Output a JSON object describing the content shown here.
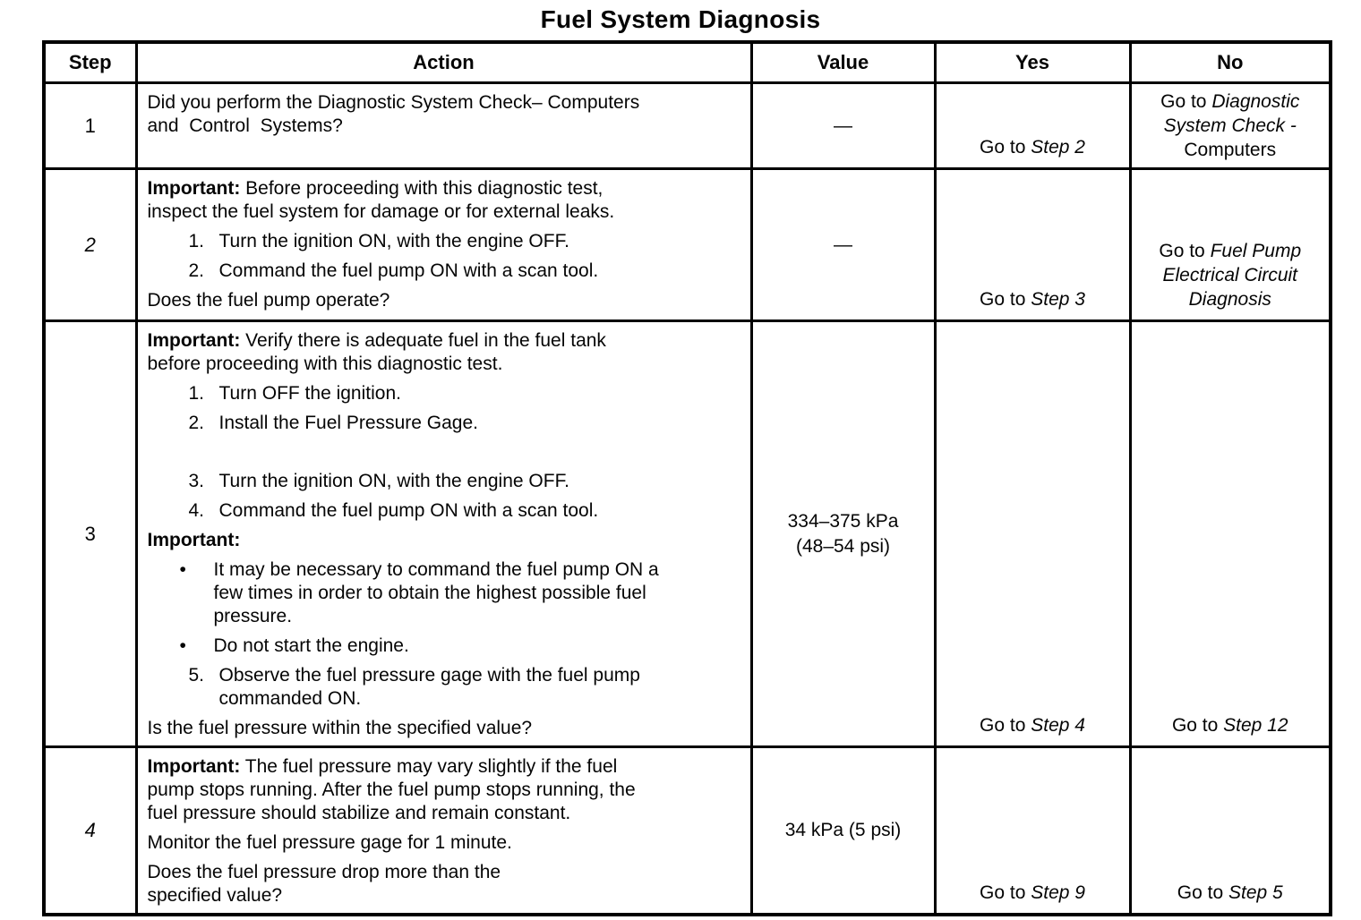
{
  "title": "Fuel System Diagnosis",
  "table": {
    "headers": [
      "Step",
      "Action",
      "Value",
      "Yes",
      "No"
    ],
    "rows": [
      {
        "step": "1",
        "step_italic": false,
        "action": [
          {
            "type": "para",
            "text": "Did you perform the Diagnostic System Check– Computers\nand  Control  Systems?"
          }
        ],
        "value": "—",
        "yes": [
          {
            "text": "Go to ",
            "italic": false
          },
          {
            "text": "Step 2",
            "italic": true
          }
        ],
        "no": [
          {
            "text": "Go to ",
            "italic": false
          },
          {
            "text": "Diagnostic System Check -",
            "italic": true
          },
          {
            "text": " Computers",
            "italic": false
          }
        ]
      },
      {
        "step": "2",
        "step_italic": true,
        "action": [
          {
            "type": "para",
            "bold": "Important:",
            "text": " Before proceeding with this diagnostic test,\ninspect the fuel system for damage or for external leaks."
          },
          {
            "type": "item",
            "marker": "1.",
            "text": "Turn the ignition ON, with the engine OFF."
          },
          {
            "type": "item",
            "marker": "2.",
            "text": "Command the fuel pump ON with a scan tool."
          },
          {
            "type": "para",
            "text": "Does the fuel pump operate?"
          }
        ],
        "value": "—",
        "yes": [
          {
            "text": "Go to ",
            "italic": false
          },
          {
            "text": "Step 3",
            "italic": true
          }
        ],
        "no": [
          {
            "text": "Go to ",
            "italic": false
          },
          {
            "text": "Fuel Pump Electrical Circuit Diagnosis",
            "italic": true
          }
        ]
      },
      {
        "step": "3",
        "step_italic": false,
        "action": [
          {
            "type": "para",
            "bold": "Important:",
            "text": " Verify there is adequate fuel in the fuel tank\nbefore proceeding with this diagnostic test."
          },
          {
            "type": "item",
            "marker": "1.",
            "text": "Turn OFF the ignition."
          },
          {
            "type": "item",
            "marker": "2.",
            "text": "Install the Fuel Pressure Gage."
          },
          {
            "type": "spacer"
          },
          {
            "type": "item",
            "marker": "3.",
            "text": "Turn the ignition ON, with the engine OFF."
          },
          {
            "type": "item",
            "marker": "4.",
            "text": "Command the fuel pump ON with a scan tool."
          },
          {
            "type": "para",
            "bold": "Important:",
            "text": ""
          },
          {
            "type": "bullet",
            "text": "It may be necessary to command the fuel pump ON a\nfew times in order to obtain the highest possible fuel\npressure."
          },
          {
            "type": "bullet",
            "text": "Do not start the engine."
          },
          {
            "type": "item",
            "marker": "5.",
            "text": "Observe the fuel pressure gage with the fuel pump\ncommanded ON."
          },
          {
            "type": "para",
            "text": "Is the fuel pressure within the specified value?"
          }
        ],
        "value": "334–375 kPa\n(48–54 psi)",
        "yes": [
          {
            "text": "Go to ",
            "italic": false
          },
          {
            "text": "Step 4",
            "italic": true
          }
        ],
        "no": [
          {
            "text": "Go to ",
            "italic": false
          },
          {
            "text": "Step 12",
            "italic": true
          }
        ]
      },
      {
        "step": "4",
        "step_italic": true,
        "action": [
          {
            "type": "para",
            "bold": "Important:",
            "text": " The fuel pressure may vary slightly if the fuel\npump stops running. After the fuel pump stops running, the\nfuel pressure should stabilize and remain constant."
          },
          {
            "type": "para",
            "text": "Monitor the fuel pressure gage for 1 minute."
          },
          {
            "type": "para",
            "text": "Does the fuel pressure drop more than the\nspecified value?"
          }
        ],
        "value": "34 kPa (5 psi)",
        "yes": [
          {
            "text": "Go to ",
            "italic": false
          },
          {
            "text": "Step 9",
            "italic": true
          }
        ],
        "no": [
          {
            "text": "Go to ",
            "italic": false
          },
          {
            "text": "Step 5",
            "italic": true
          }
        ]
      }
    ]
  }
}
